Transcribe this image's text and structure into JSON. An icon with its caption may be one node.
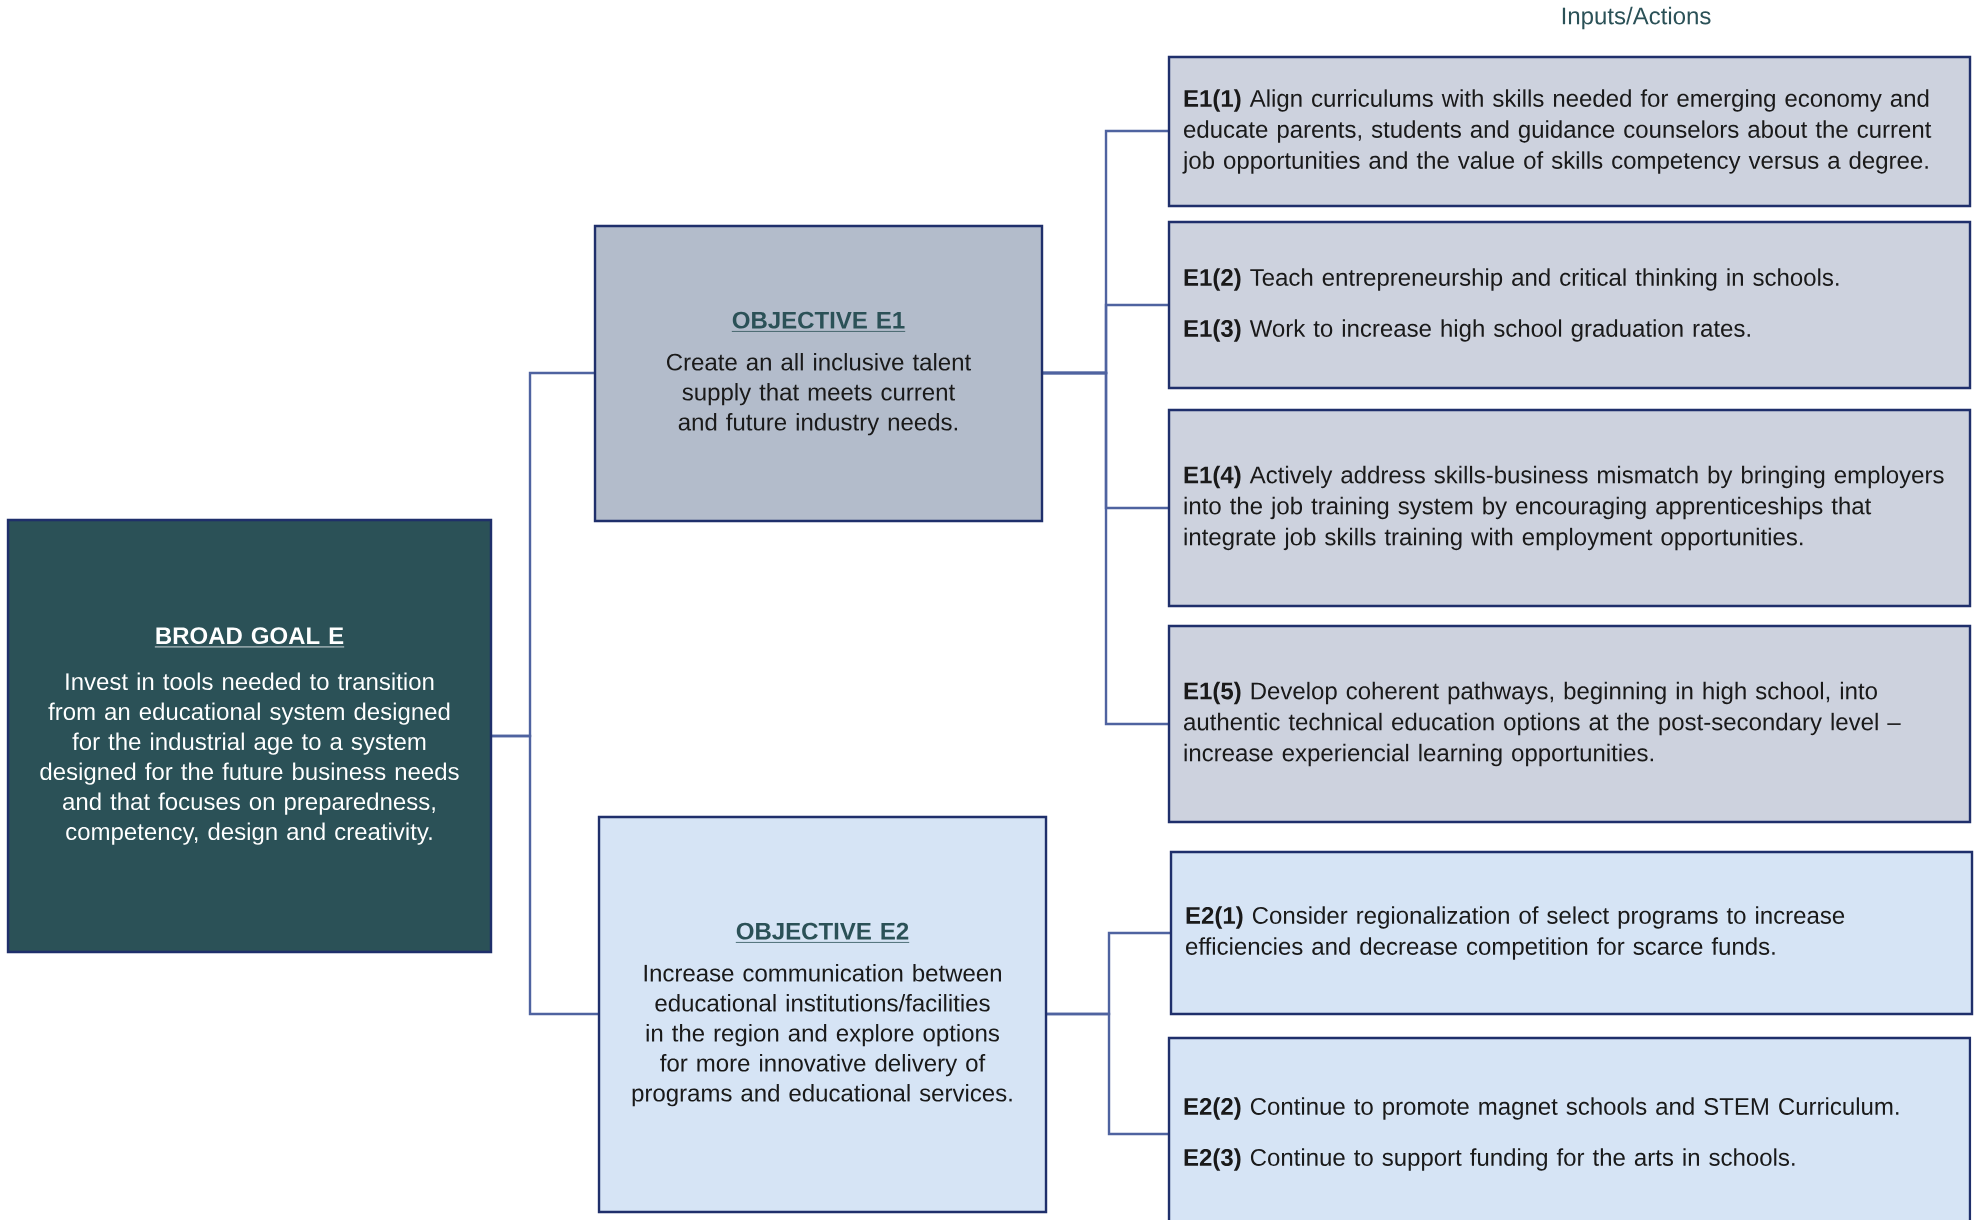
{
  "diagram": {
    "nodes": [
      {
        "text": [
          "BROAD GOAL E",
          "Invest in tools needed to transition from an educational system designed for the industrial age to a system designed for the future business needs and that focuses on preparedness, competency, design and creativity."
        ]
      },
      {
        "text": [
          "OBJECTIVE E1",
          "Create an all inclusive talent supply that meets current and future industry needs."
        ]
      },
      {
        "text": [
          "OBJECTIVE E2",
          "Increase communication between educational institutions/facilities in the region and explore options for more innovative delivery of programs and educational services."
        ]
      },
      {
        "text": [
          "**E1(1)** Align curriculums with skills needed for emerging economy and educate parents, students and guidance counselors about the current job opportunities and the value of skills competency versus a degree."
        ]
      },
      {
        "text": [
          "**E1(2)** Teach entrepreneurship and critical thinking in schools.",
          "**E1(3)** Work to increase high school graduation rates."
        ]
      },
      {
        "text": [
          "**E1(4)** Actively address skills-business mismatch by bringing employers into the job training system by encouraging apprenticeships that integrate job skills training with employment opportunities."
        ]
      },
      {
        "text": [
          "**E1(5)** Develop coherent pathways, beginning in high school, into authentic technical education options at the post-secondary level – increase experiencial learning opportunities."
        ]
      },
      {
        "text": [
          "**E2(1)** Consider regionalization of select programs to increase efficiencies and decrease competition for scarce funds."
        ]
      },
      {
        "text": [
          "**E2(2)** Continue to promote magnet schools and STEM Curriculum.",
          "**E2(3)** Continue to support funding for the arts in schools."
        ]
      }
    ],
    "edges": [
      {
        "from": 0,
        "to": 1,
        "arrow": "none"
      },
      {
        "from": 0,
        "to": 2,
        "arrow": "none"
      },
      {
        "from": 1,
        "to": 3,
        "arrow": "none"
      },
      {
        "from": 1,
        "to": 4,
        "arrow": "none"
      },
      {
        "from": 1,
        "to": 5,
        "arrow": "none"
      },
      {
        "from": 1,
        "to": 6,
        "arrow": "none"
      },
      {
        "from": 2,
        "to": 7,
        "arrow": "none"
      },
      {
        "from": 2,
        "to": 8,
        "arrow": "none"
      }
    ],
    "labels": [
      "Inputs/Actions"
    ]
  }
}
